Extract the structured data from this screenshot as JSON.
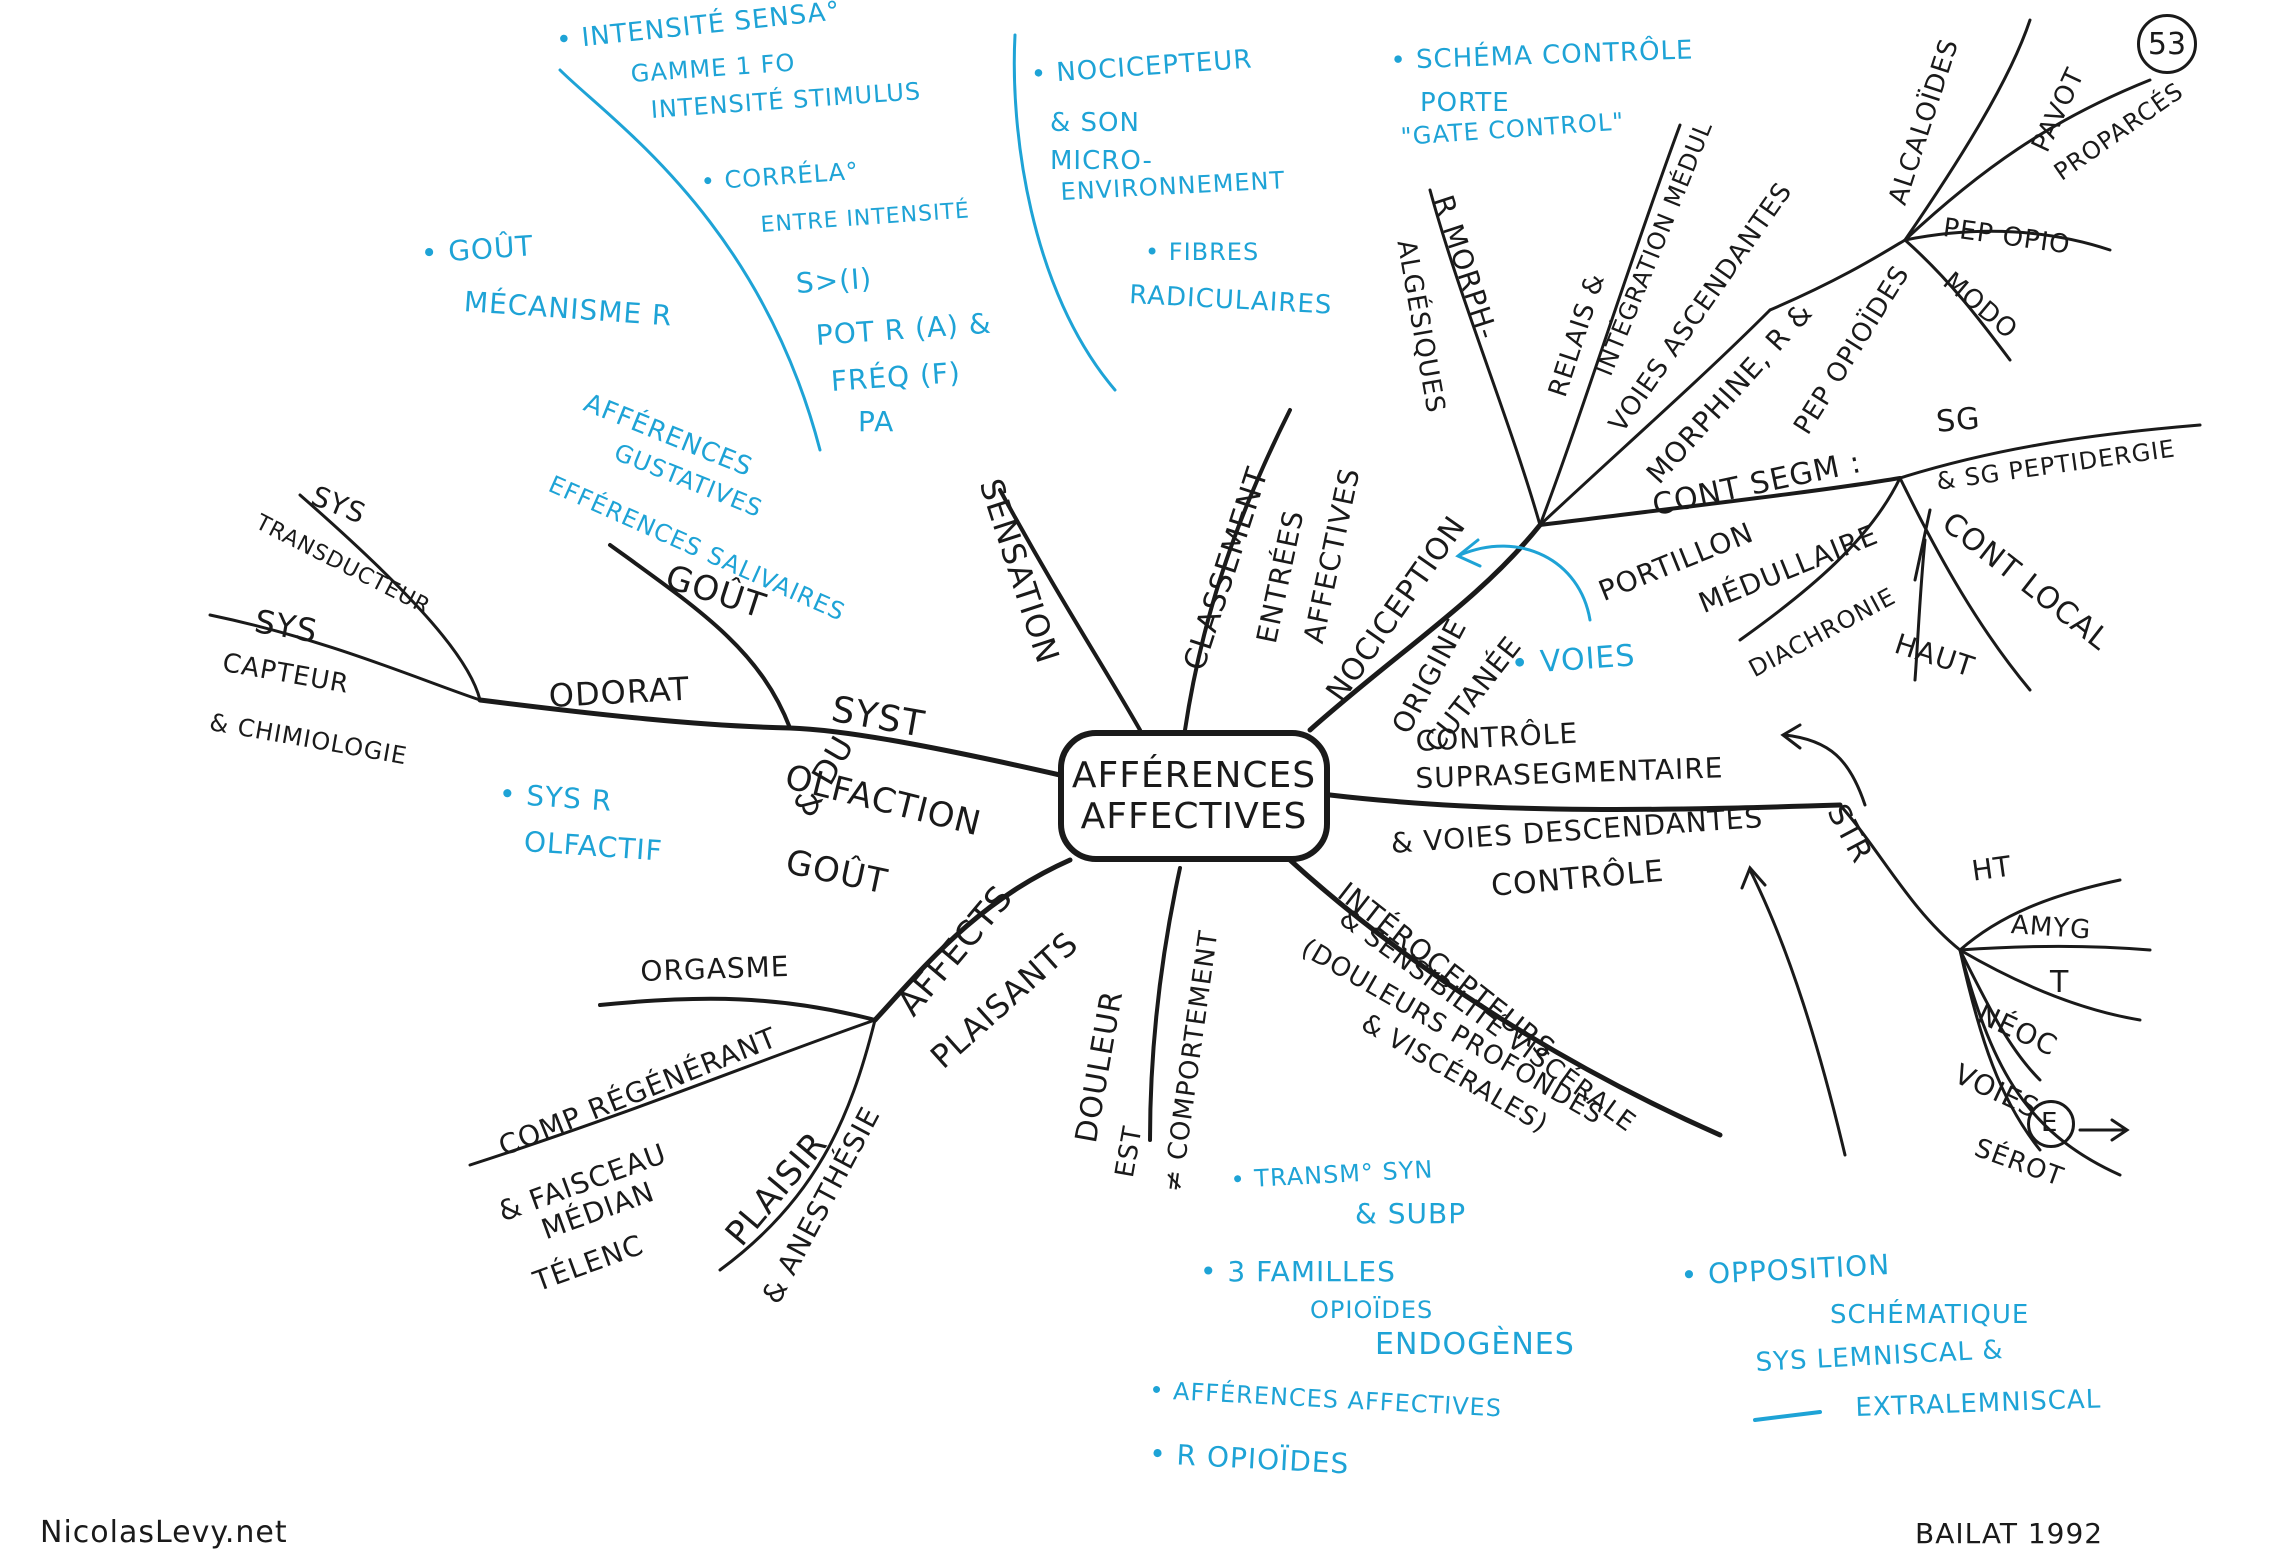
{
  "center": {
    "line1": "Afférences",
    "line2": "affectives"
  },
  "page_number": "53",
  "footer": {
    "website": "NicolasLevy.net",
    "source": "Bailat 1992"
  },
  "labels": {
    "gout_arrow": "goût",
    "syst": "syst",
    "olfaction": "olfaction",
    "du_gout": "& du",
    "gout2": "goût",
    "odorat": "odorat",
    "sys1": "sys",
    "transducteur": "transducteur",
    "sys2": "sys",
    "capteur": "capteur",
    "chimiologie": "& chimiologie",
    "sensation": "sensation",
    "classement": "classement",
    "entrees": "entrées",
    "affectives_br": "affectives",
    "nociception": "nociception",
    "origine": "origine",
    "cutanee": "cutanée",
    "r_morph": "R morph-",
    "algesiques": "algésiques",
    "relais": "relais &",
    "integration_med": "intégration médul",
    "voies_asc": "voies ascendantes",
    "morphine": "morphine, R &",
    "pep_opioides": "pep opioïdes",
    "alcaloides": "alcaloïdes",
    "pavot": "pavot",
    "proparces": "proparcés",
    "pep_opio": "pep opio",
    "modo": "modo",
    "cont_segm": "cont segm :",
    "sg": "SG",
    "sg_peptidergie": "& SG peptidergie",
    "portillon": "portillon",
    "medullaire": "médullaire",
    "cont_local": "cont local",
    "diachronie": "diachronie",
    "haut": "haut",
    "controle_supra1": "contrôle",
    "controle_supra2": "suprasegmentaire",
    "voies_desc": "& voies descendantes",
    "controle2": "contrôle",
    "str": "STR",
    "ht": "HT",
    "amyg": "AMYG",
    "t": "T",
    "neoc": "néoc",
    "voies_e": "voies",
    "e_letter": "E",
    "serot": "sérot",
    "intero1": "intérocepteurs",
    "intero2": "& sensibilité viscérale",
    "intero3": "(douleurs profondes",
    "intero4": "& viscérales)",
    "douleur": "douleur",
    "est": "est",
    "comportement": "≠ comportement",
    "affects": "affects",
    "plaisants": "plaisants",
    "orgasme": "orgasme",
    "comp_regenerant": "comp régénérant",
    "faisceau": "& faisceau",
    "median": "médian",
    "telenc": "télenc",
    "plaisir": "plaisir",
    "anesthesie": "& anesthésie"
  },
  "notes": {
    "n1_a": "• intensité sensa°",
    "n1_b": "gamme 1 FO",
    "n1_c": "intensité stimulus",
    "n2_a": "• corréla°",
    "n2_b": "entre intensité",
    "n2_c": "S>(I)",
    "n2_d": "pot R (A) &",
    "n2_e": "fréq (F)",
    "n2_f": "PA",
    "n3_a": "• goût",
    "n3_b": "mécanisme R",
    "n4_a": "• nocicepteur",
    "n4_b": "& son",
    "n4_c": "micro-",
    "n4_d": "environnement",
    "n5_a": "• fibres",
    "n5_b": "radiculaires",
    "n6_a": "• schéma contrôle",
    "n6_b": "porte",
    "n6_c": "\"gate control\"",
    "n7_a": "afférences",
    "n7_b": "gustatives",
    "n7_c": "efférences salivaires",
    "n8_a": "• sys R",
    "n8_b": "olfactif",
    "n9": "• voies",
    "n10_a": "• transm° syn",
    "n10_b": "& subP",
    "n11_a": "• 3 familles",
    "n11_b": "opioïdes",
    "n11_c": "endogènes",
    "n12": "• afférences affectives",
    "n13": "• R opioïdes",
    "n14_a": "• opposition",
    "n14_b": "schématique",
    "n14_c": "sys lemniscal &",
    "n14_d": "extralemniscal"
  }
}
